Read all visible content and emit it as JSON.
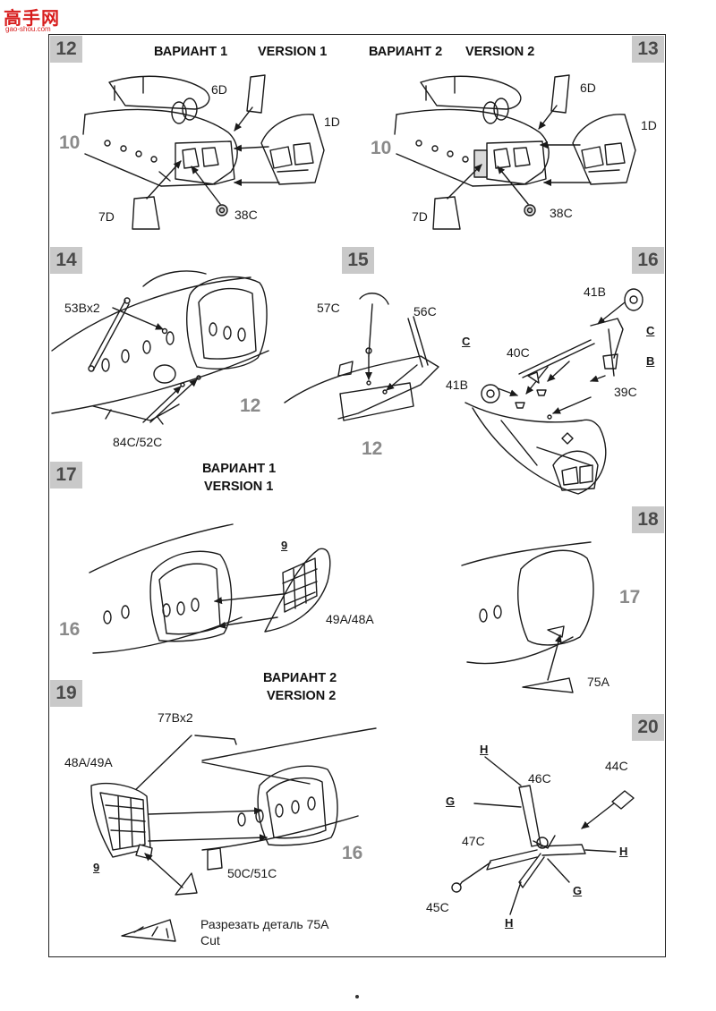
{
  "site_logo": {
    "text": "高手网",
    "sub": "gao-shou.com"
  },
  "steps": [
    "12",
    "13",
    "14",
    "15",
    "16",
    "17",
    "18",
    "19",
    "20"
  ],
  "variant_headers": {
    "v1_ru": "ВАРИАНТ 1",
    "v1_en": "VERSION 1",
    "v2_ru": "ВАРИАНТ 2",
    "v2_en": "VERSION 2"
  },
  "step_refs": {
    "s12": "10",
    "s13": "10",
    "s14": "12",
    "s15": "12",
    "s17": "16",
    "s18": "17",
    "s19": "16"
  },
  "part_labels": {
    "s12": [
      "6D",
      "1D",
      "7D",
      "38C"
    ],
    "s13": [
      "6D",
      "1D",
      "7D",
      "38C"
    ],
    "s14": [
      "53Bx2",
      "84C/52C"
    ],
    "s15": [
      "57C",
      "56C"
    ],
    "s16": [
      "41B",
      "C",
      "40C",
      "B",
      "41B",
      "39C"
    ],
    "s17": [
      "9",
      "49A/48A"
    ],
    "s18": [
      "75A"
    ],
    "s19": [
      "77Bx2",
      "48A/49A",
      "9",
      "50C/51C"
    ],
    "s20": [
      "H",
      "46C",
      "44C",
      "G",
      "47C",
      "H",
      "45C",
      "G",
      "H"
    ]
  },
  "step16_extra": [
    "C"
  ],
  "cut_note": {
    "ru": "Разрезать деталь 75A",
    "en": "Cut"
  },
  "icons": [
    "helicopter-nose-icon",
    "cockpit-glazing-icon",
    "door-panel-icon",
    "rotor-head-icon",
    "arrow-icon"
  ]
}
